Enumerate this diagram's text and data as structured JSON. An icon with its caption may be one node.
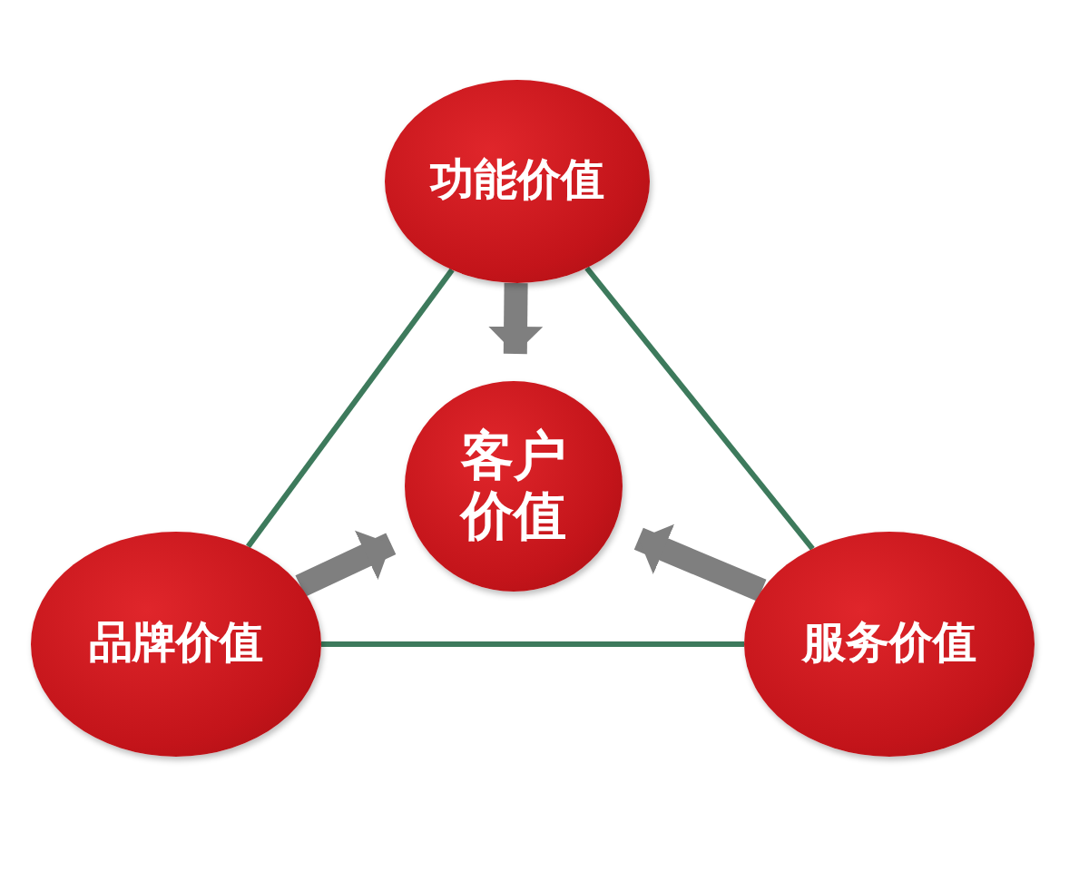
{
  "diagram": {
    "nodes": [
      {
        "text": [
          "功能价值"
        ]
      },
      {
        "text": [
          "客户价值"
        ]
      },
      {
        "text": [
          "品牌价值"
        ]
      },
      {
        "text": [
          "服务价值"
        ]
      }
    ],
    "edges": [
      {
        "from": 0,
        "to": 2,
        "arrow": "none"
      },
      {
        "from": 0,
        "to": 3,
        "arrow": "none"
      },
      {
        "from": 2,
        "to": 3,
        "arrow": "none"
      },
      {
        "from": 0,
        "to": 1,
        "arrow": "to",
        "style": "thick",
        "color": "#7f7f7f"
      },
      {
        "from": 2,
        "to": 1,
        "arrow": "to",
        "style": "thick",
        "color": "#7f7f7f"
      },
      {
        "from": 3,
        "to": 1,
        "arrow": "to",
        "style": "thick",
        "color": "#7f7f7f"
      }
    ]
  }
}
